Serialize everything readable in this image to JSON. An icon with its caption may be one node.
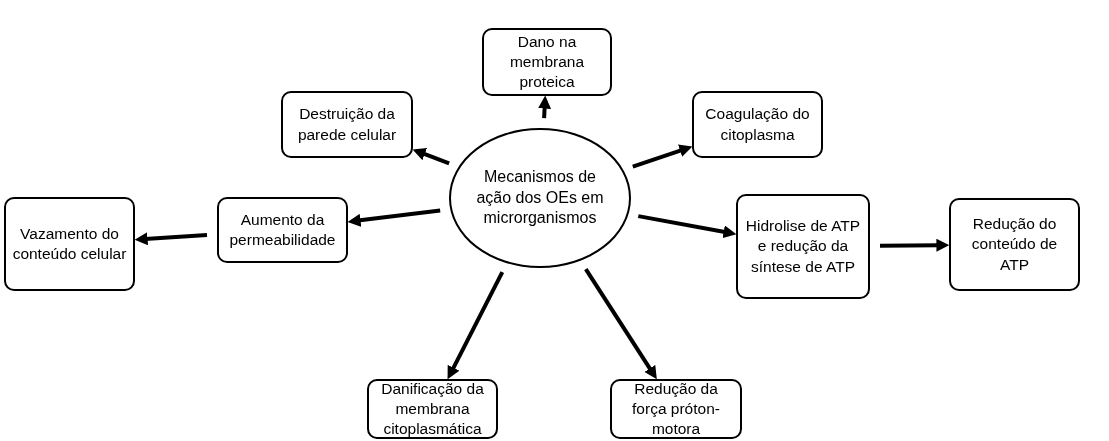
{
  "diagram": {
    "nodes": [
      {
        "text": [
          "Mecanismos de ação dos OEs em microrganismos"
        ]
      },
      {
        "text": [
          "Dano na membrana proteica"
        ]
      },
      {
        "text": [
          "Destruição da parede celular"
        ]
      },
      {
        "text": [
          "Coagulação do citoplasma"
        ]
      },
      {
        "text": [
          "Vazamento do conteúdo celular"
        ]
      },
      {
        "text": [
          "Aumento da permeabilidade"
        ]
      },
      {
        "text": [
          "Hidrolise de ATP e redução da síntese de ATP"
        ]
      },
      {
        "text": [
          "Redução do conteúdo de ATP"
        ]
      },
      {
        "text": [
          "Danificação da membrana citoplasmática"
        ]
      },
      {
        "text": [
          "Redução da força próton-motora"
        ]
      }
    ],
    "edges": [
      {
        "from": 0,
        "to": 1,
        "arrow": "to"
      },
      {
        "from": 0,
        "to": 2,
        "arrow": "to"
      },
      {
        "from": 0,
        "to": 3,
        "arrow": "to"
      },
      {
        "from": 5,
        "to": 4,
        "arrow": "to"
      },
      {
        "from": 0,
        "to": 5,
        "arrow": "to"
      },
      {
        "from": 0,
        "to": 6,
        "arrow": "to"
      },
      {
        "from": 6,
        "to": 7,
        "arrow": "to"
      },
      {
        "from": 0,
        "to": 8,
        "arrow": "to"
      },
      {
        "from": 0,
        "to": 9,
        "arrow": "to"
      }
    ]
  }
}
